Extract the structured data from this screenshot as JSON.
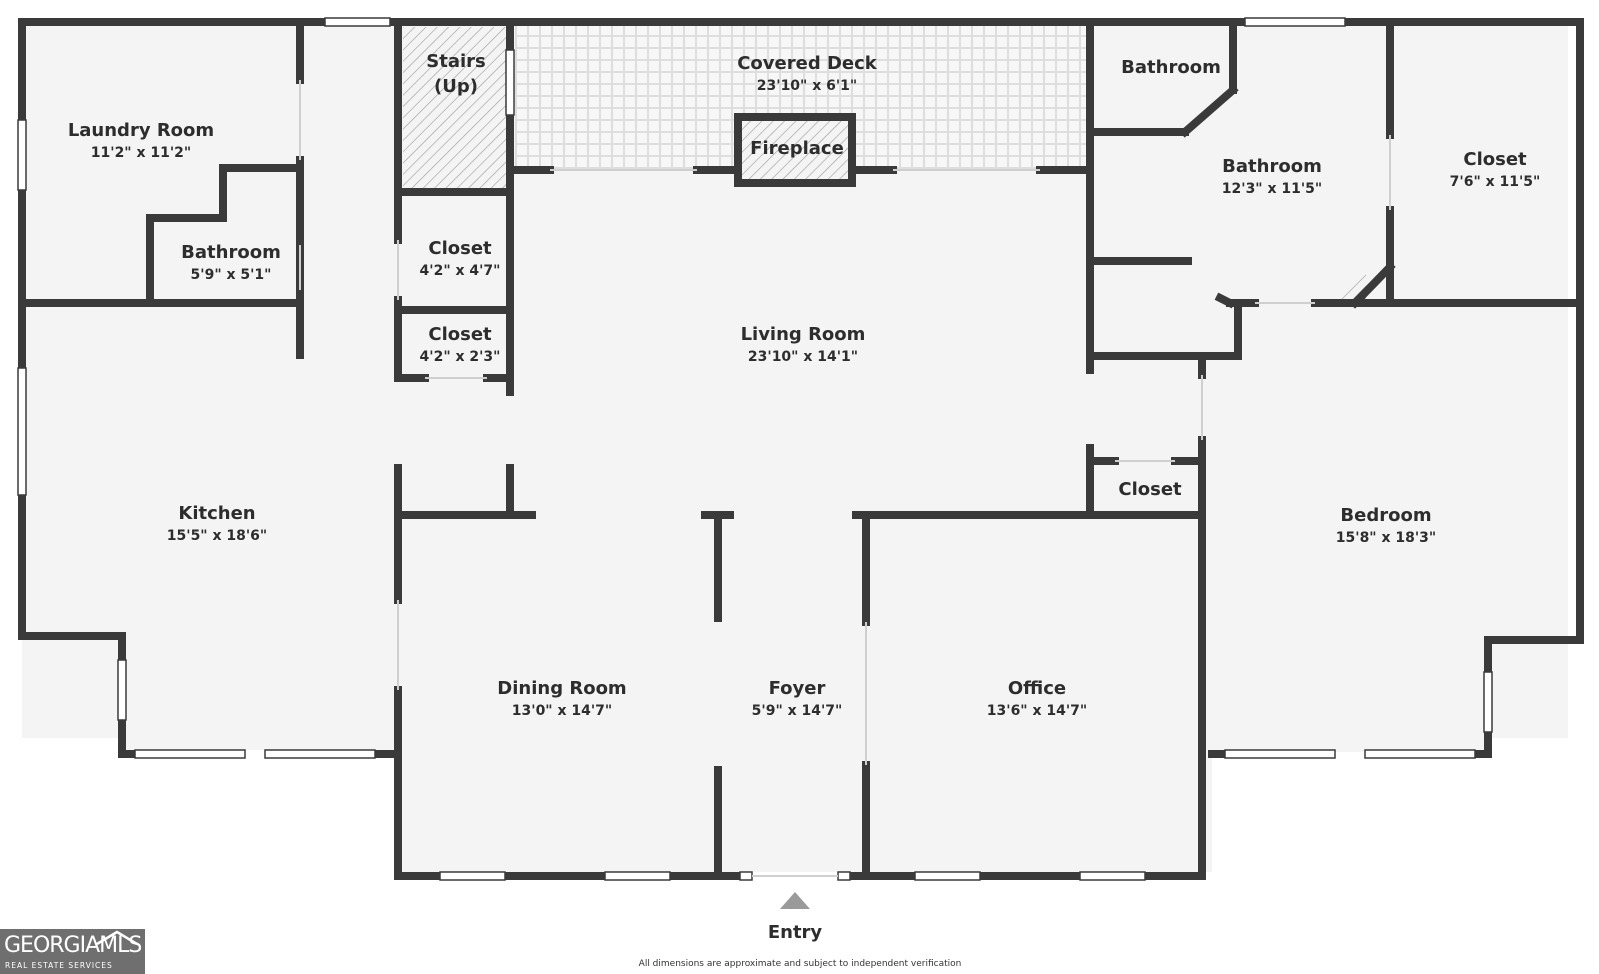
{
  "rooms": {
    "laundry": {
      "name": "Laundry Room",
      "dims": "11'2\" x 11'2\""
    },
    "bath_small": {
      "name": "Bathroom",
      "dims": "5'9\" x 5'1\""
    },
    "stairs": {
      "name_line1": "Stairs",
      "name_line2": "(Up)"
    },
    "deck": {
      "name": "Covered Deck",
      "dims": "23'10\" x 6'1\""
    },
    "fireplace": {
      "name": "Fireplace"
    },
    "bath_top": {
      "name": "Bathroom"
    },
    "bath_main": {
      "name": "Bathroom",
      "dims": "12'3\" x 11'5\""
    },
    "closet_right": {
      "name": "Closet",
      "dims": "7'6\" x 11'5\""
    },
    "closet_a": {
      "name": "Closet",
      "dims": "4'2\" x 4'7\""
    },
    "closet_b": {
      "name": "Closet",
      "dims": "4'2\" x 2'3\""
    },
    "living": {
      "name": "Living Room",
      "dims": "23'10\" x 14'1\""
    },
    "closet_c": {
      "name": "Closet"
    },
    "kitchen": {
      "name": "Kitchen",
      "dims": "15'5\" x 18'6\""
    },
    "bedroom": {
      "name": "Bedroom",
      "dims": "15'8\" x 18'3\""
    },
    "dining": {
      "name": "Dining Room",
      "dims": "13'0\" x 14'7\""
    },
    "foyer": {
      "name": "Foyer",
      "dims": "5'9\" x 14'7\""
    },
    "office": {
      "name": "Office",
      "dims": "13'6\" x 14'7\""
    }
  },
  "entry_label": "Entry",
  "disclaimer": "All dimensions are approximate and subject to independent verification",
  "logo": {
    "main": "GEORGIAMLS",
    "sub": "REAL ESTATE SERVICES"
  },
  "colors": {
    "wall": "#3a3a3a",
    "floor": "#f4f4f4",
    "window": "#ffffff",
    "logo_bg": "#6f6f6f"
  }
}
